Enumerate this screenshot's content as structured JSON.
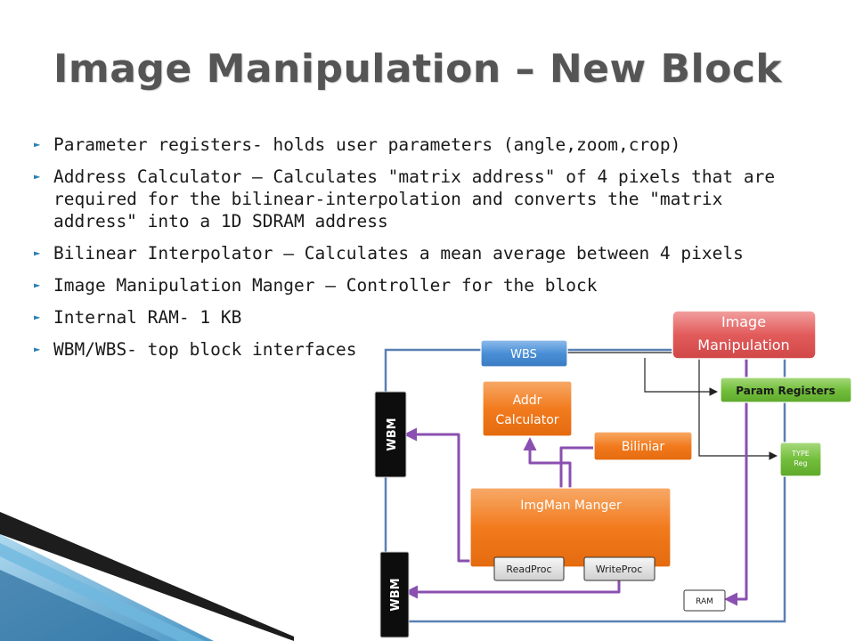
{
  "slide": {
    "title": "Image Manipulation – New Block",
    "bullets": [
      "Parameter registers- holds user parameters (angle,zoom,crop)",
      "Address Calculator – Calculates \"matrix address\" of 4 pixels that are required for the bilinear-interpolation and converts the \"matrix address\" into a 1D SDRAM address",
      "Bilinear Interpolator – Calculates a mean average between 4 pixels",
      "Image Manipulation Manger – Controller for the block",
      "Internal RAM- 1 KB",
      "WBM/WBS- top block interfaces"
    ]
  },
  "diagram": {
    "image_manipulation": [
      "Image",
      "Manipulation"
    ],
    "wbs": "WBS",
    "addr_calculator": [
      "Addr",
      "Calculator"
    ],
    "biliniar": "Biliniar",
    "imgman_manger": "ImgMan Manger",
    "readproc": "ReadProc",
    "writeproc": "WriteProc",
    "param_registers": "Param Registers",
    "type_reg": [
      "TYPE",
      "Reg"
    ],
    "ram": "RAM",
    "wbm_top": "WBM",
    "wbm_bottom": "WBM"
  },
  "colors": {
    "orange": "#f27b1e",
    "blue": "#4a8fd6",
    "green": "#73bf3c",
    "red": "#e25b5b",
    "purple": "#7b4fa3",
    "frame": "#5a80b4"
  }
}
